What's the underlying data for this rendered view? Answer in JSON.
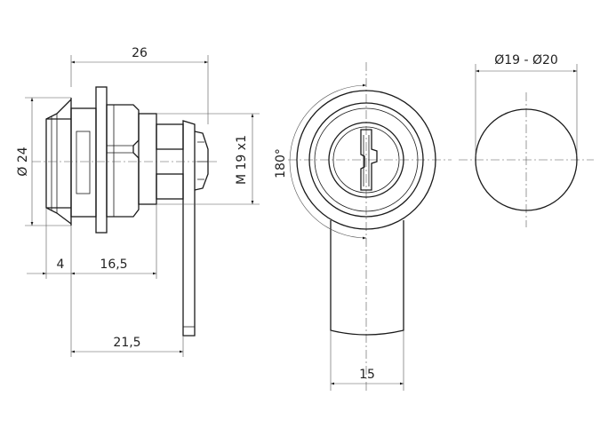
{
  "dimensions": {
    "overall_length": "26",
    "flange_diameter": "Ø 24",
    "thread": "M 19 x1",
    "front_offset": "4",
    "body_length": "16,5",
    "cam_position": "21,5",
    "rotation": "180°",
    "cam_width": "15",
    "cutout_diameter": "Ø19 - Ø20"
  }
}
